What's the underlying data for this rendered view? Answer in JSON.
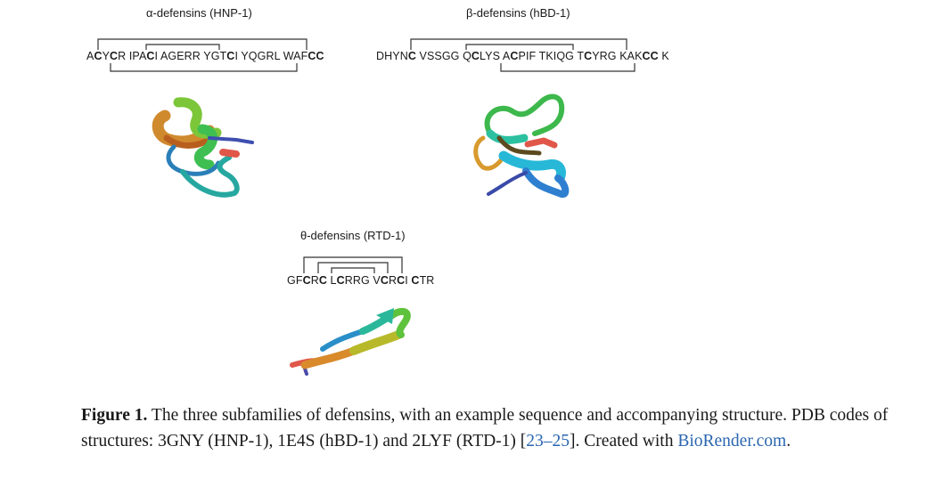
{
  "panels": {
    "alpha": {
      "title": "α-defensins (HNP-1)",
      "sequence": [
        {
          "t": "A",
          "b": false
        },
        {
          "t": "C",
          "b": true
        },
        {
          "t": "Y",
          "b": false
        },
        {
          "t": "C",
          "b": true
        },
        {
          "t": "R IPA",
          "b": false
        },
        {
          "t": "C",
          "b": true
        },
        {
          "t": "I AGERR YGT",
          "b": false
        },
        {
          "t": "C",
          "b": true
        },
        {
          "t": "I YQGRL WAF",
          "b": false
        },
        {
          "t": "CC",
          "b": true
        }
      ],
      "colors": [
        "#d98a2b",
        "#c96a22",
        "#6fc43a",
        "#3bbf4f",
        "#26a8a0",
        "#2c7fb8",
        "#3d4fb0",
        "#e0574a"
      ]
    },
    "beta": {
      "title": "β-defensins (hBD-1)",
      "sequence": [
        {
          "t": "DHYN",
          "b": false
        },
        {
          "t": "C",
          "b": true
        },
        {
          "t": " VSSGG Q",
          "b": false
        },
        {
          "t": "C",
          "b": true
        },
        {
          "t": "LYS A",
          "b": false
        },
        {
          "t": "C",
          "b": true
        },
        {
          "t": "PIF TKIQG T",
          "b": false
        },
        {
          "t": "C",
          "b": true
        },
        {
          "t": "YRG KAK",
          "b": false
        },
        {
          "t": "CC",
          "b": true
        },
        {
          "t": " K",
          "b": false
        }
      ],
      "colors": [
        "#3db84c",
        "#2cc0a0",
        "#27b8d8",
        "#2f7fd0",
        "#3a4aa8",
        "#d89a2e",
        "#e0574a",
        "#7ac93a"
      ]
    },
    "theta": {
      "title": "θ-defensins (RTD-1)",
      "sequence": [
        {
          "t": "GF",
          "b": false
        },
        {
          "t": "C",
          "b": true
        },
        {
          "t": "R",
          "b": false
        },
        {
          "t": "C",
          "b": true
        },
        {
          "t": " L",
          "b": false
        },
        {
          "t": "C",
          "b": true
        },
        {
          "t": "RRG V",
          "b": false
        },
        {
          "t": "C",
          "b": true
        },
        {
          "t": "R",
          "b": false
        },
        {
          "t": "C",
          "b": true
        },
        {
          "t": "I ",
          "b": false
        },
        {
          "t": "C",
          "b": true
        },
        {
          "t": "TR",
          "b": false
        }
      ],
      "colors": [
        "#e0574a",
        "#d98a2b",
        "#b8b92a",
        "#5fc23c",
        "#2bb89a",
        "#2a8fc8",
        "#4a4aa8"
      ]
    }
  },
  "caption": {
    "label": "Figure 1.",
    "text1": " The three subfamilies of defensins, with an example sequence and accompanying structure. PDB codes of structures: 3GNY (HNP-1), 1E4S (hBD-1) and 2LYF (RTD-1) [",
    "ref": "23–25",
    "text2": "]. Created with ",
    "link": "BioRender.com",
    "text3": "."
  }
}
